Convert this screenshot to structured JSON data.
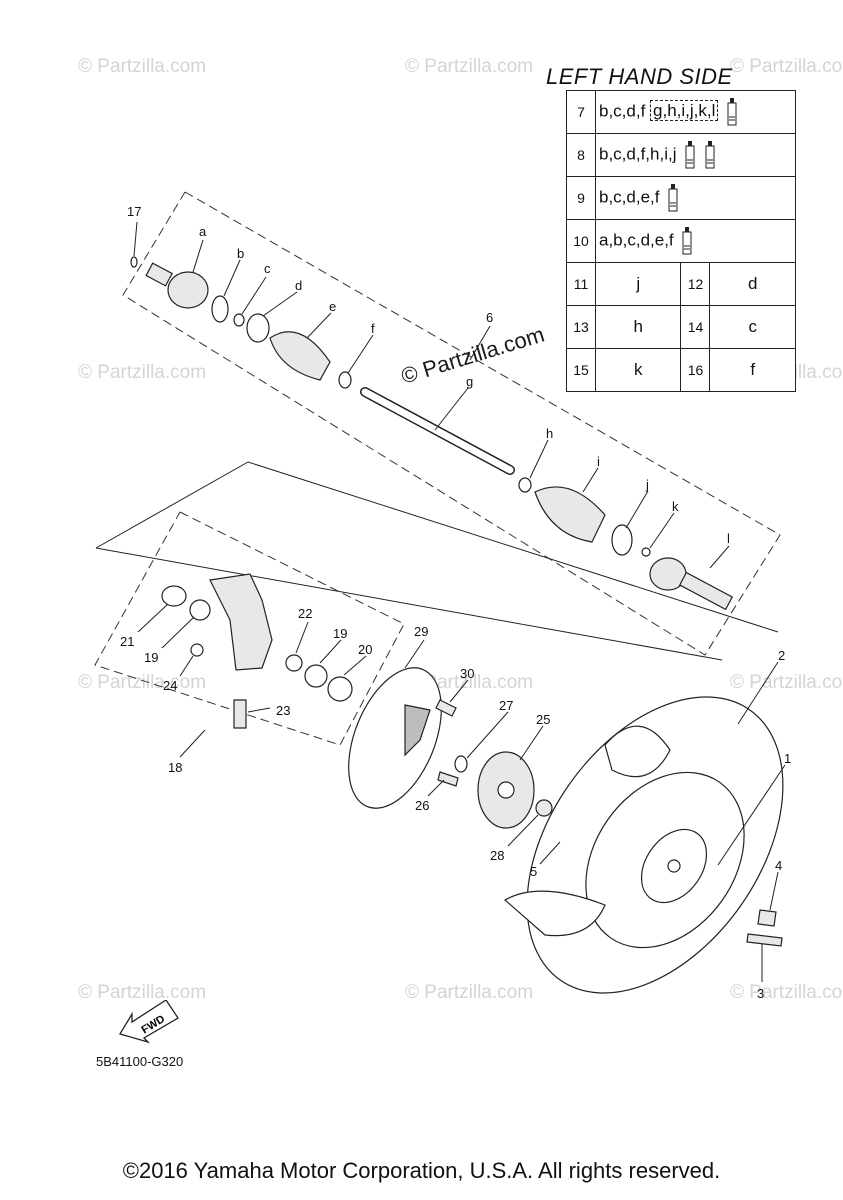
{
  "watermark": "© Partzilla.com",
  "table": {
    "title": "LEFT HAND SIDE",
    "rows": [
      {
        "no": "7",
        "parts": "b,c,d,f",
        "boxed": "g,h,i,j,k,l",
        "tubes": 1
      },
      {
        "no": "8",
        "parts": "b,c,d,f,h,i,j",
        "tubes": 2
      },
      {
        "no": "9",
        "parts": "b,c,d,e,f",
        "tubes": 1
      },
      {
        "no": "10",
        "parts": "a,b,c,d,e,f",
        "tubes": 1
      }
    ],
    "pairs": [
      {
        "no_a": "11",
        "let_a": "j",
        "no_b": "12",
        "let_b": "d"
      },
      {
        "no_a": "13",
        "let_a": "h",
        "no_b": "14",
        "let_b": "c"
      },
      {
        "no_a": "15",
        "let_a": "k",
        "no_b": "16",
        "let_b": "f"
      }
    ]
  },
  "callouts": {
    "n1": "1",
    "n2": "2",
    "n3": "3",
    "n4": "4",
    "n5": "5",
    "n6": "6",
    "n17": "17",
    "n18": "18",
    "n19a": "19",
    "n19b": "19",
    "n20": "20",
    "n21": "21",
    "n22": "22",
    "n23": "23",
    "n24": "24",
    "n25": "25",
    "n26": "26",
    "n27": "27",
    "n28": "28",
    "n29": "29",
    "n30": "30",
    "la": "a",
    "lb": "b",
    "lc": "c",
    "ld": "d",
    "le": "e",
    "lf": "f",
    "lg": "g",
    "lh": "h",
    "li": "i",
    "lj": "j",
    "lk": "k",
    "ll": "l"
  },
  "fwd_label": "FWD",
  "drawing_code": "5B41100-G320",
  "copyright": "©2016 Yamaha Motor Corporation, U.S.A. All rights reserved."
}
